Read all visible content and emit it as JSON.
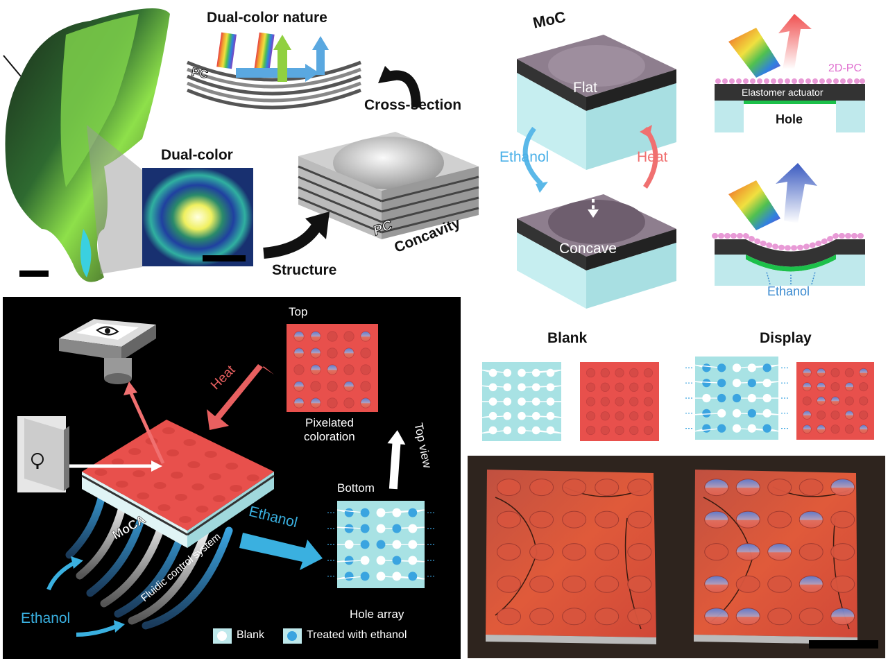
{
  "colors": {
    "red": "#e8504c",
    "cyan": "#a8e2e4",
    "blue": "#3aa4e0",
    "dark_layer": "#2a2a2a",
    "purple_top": "#8b7b8b",
    "pink_dots": "#e89ad6",
    "ethanol_text": "#4ab0e8",
    "heat_text": "#f07070"
  },
  "panel_a": {
    "title": "Dual-color nature",
    "pc_label": "PC",
    "cross_section": "Cross-section",
    "dual_color": "Dual-color",
    "structure": "Structure",
    "pc_label_2": "PC",
    "concavity": "Concavity"
  },
  "panel_b": {
    "title": "MoC",
    "flat": "Flat",
    "concave": "Concave",
    "ethanol": "Ethanol",
    "heat": "Heat",
    "two_d_pc": "2D-PC",
    "elastomer": "Elastomer actuator",
    "hole": "Hole",
    "ethanol_bottom": "Ethanol"
  },
  "panel_c": {
    "heat": "Heat",
    "top": "Top",
    "pixelated": "Pixelated",
    "coloration": "coloration",
    "top_view": "Top view",
    "bottom": "Bottom",
    "ethanol_mid": "Ethanol",
    "moca": "MoCA",
    "fluidic": "Fluidic control system",
    "hole_array": "Hole array",
    "ethanol_left": "Ethanol",
    "legend_blank": "Blank",
    "legend_treated": "Treated with ethanol"
  },
  "panel_d": {
    "blank": "Blank",
    "display": "Display"
  },
  "display_pattern": [
    [
      1,
      1,
      0,
      0,
      1
    ],
    [
      1,
      1,
      0,
      1,
      0
    ],
    [
      0,
      1,
      1,
      0,
      0
    ],
    [
      1,
      0,
      0,
      1,
      0
    ],
    [
      1,
      1,
      0,
      0,
      1
    ]
  ]
}
